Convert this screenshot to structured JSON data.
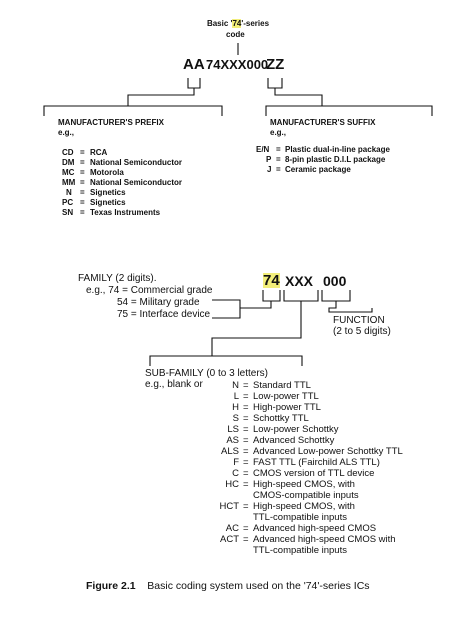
{
  "top": {
    "basic_label_pre": "Basic '",
    "basic_label_num": "74",
    "basic_label_post": "'-series",
    "basic_label_line2": "code",
    "code_aa": "AA",
    "code_main": "74XXX000",
    "code_zz": "ZZ"
  },
  "prefix": {
    "title": "MANUFACTURER'S PREFIX",
    "eg": "e.g.,",
    "items": [
      {
        "code": "CD",
        "eq": "=",
        "name": "RCA"
      },
      {
        "code": "DM",
        "eq": "=",
        "name": "National Semiconductor"
      },
      {
        "code": "MC",
        "eq": "=",
        "name": "Motorola"
      },
      {
        "code": "MM",
        "eq": "=",
        "name": "National Semiconductor"
      },
      {
        "code": "N",
        "eq": "=",
        "name": "Signetics"
      },
      {
        "code": "PC",
        "eq": "=",
        "name": "Signetics"
      },
      {
        "code": "SN",
        "eq": "=",
        "name": "Texas Instruments"
      }
    ]
  },
  "suffix": {
    "title": "MANUFACTURER'S SUFFIX",
    "eg": "e.g.,",
    "items": [
      {
        "code": "E/N",
        "eq": "=",
        "name": "Plastic dual-in-line package"
      },
      {
        "code": "P",
        "eq": "=",
        "name": "8-pin plastic D.I.L package"
      },
      {
        "code": "J",
        "eq": "=",
        "name": "Ceramic package"
      }
    ]
  },
  "family": {
    "line1": "FAMILY (2 digits).",
    "line2": "e.g., 74 = Commercial grade",
    "line3": "54 = Military grade",
    "line4": "75 = Interface device",
    "code_74": "74",
    "code_xxx": "XXX",
    "code_000": "000"
  },
  "function": {
    "line1": "FUNCTION",
    "line2": "(2 to 5 digits)"
  },
  "subfamily": {
    "title": "SUB-FAMILY  (0 to 3 letters)",
    "eg_prefix": "e.g.,  blank or",
    "items": [
      {
        "code": "N",
        "eq": "=",
        "desc": "Standard TTL"
      },
      {
        "code": "L",
        "eq": "=",
        "desc": "Low-power TTL"
      },
      {
        "code": "H",
        "eq": "=",
        "desc": "High-power TTL"
      },
      {
        "code": "S",
        "eq": "=",
        "desc": "Schottky TTL"
      },
      {
        "code": "LS",
        "eq": "=",
        "desc": "Low-power Schottky"
      },
      {
        "code": "AS",
        "eq": "=",
        "desc": "Advanced Schottky"
      },
      {
        "code": "ALS",
        "eq": "=",
        "desc": "Advanced Low-power Schottky TTL"
      },
      {
        "code": "F",
        "eq": "=",
        "desc": "FAST TTL (Fairchild ALS TTL)"
      },
      {
        "code": "C",
        "eq": "=",
        "desc": "CMOS version of TTL device"
      },
      {
        "code": "HC",
        "eq": "=",
        "desc": "High-speed CMOS, with",
        "desc2": "CMOS-compatible inputs"
      },
      {
        "code": "HCT",
        "eq": "=",
        "desc": "High-speed CMOS, with",
        "desc2": "TTL-compatible inputs"
      },
      {
        "code": "AC",
        "eq": "=",
        "desc": "Advanced high-speed CMOS"
      },
      {
        "code": "ACT",
        "eq": "=",
        "desc": "Advanced high-speed CMOS with",
        "desc2": "TTL-compatible inputs"
      }
    ]
  },
  "caption": {
    "label": "Figure 2.1",
    "text": "Basic coding system used on the '74'-series ICs"
  },
  "colors": {
    "highlight": "#f2ee7a",
    "ink": "#111111",
    "background": "#ffffff"
  }
}
